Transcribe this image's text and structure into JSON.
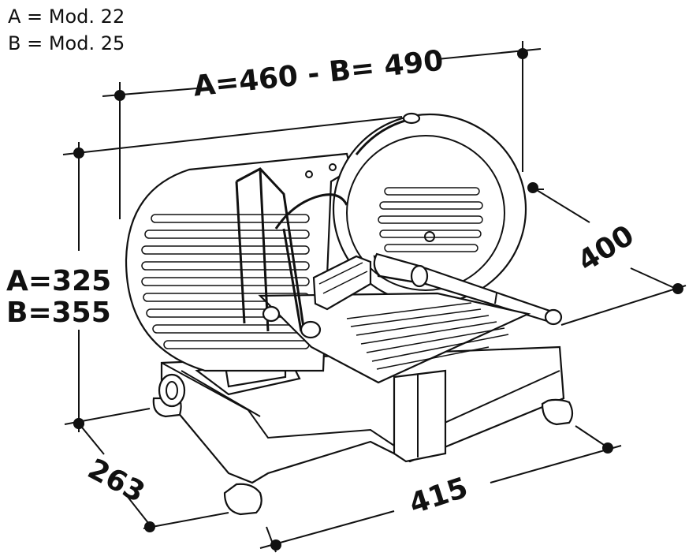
{
  "legend": {
    "line_a": "A = Mod. 22",
    "line_b": "B = Mod. 25"
  },
  "dimensions": {
    "width": "A=460 - B= 490",
    "height_a": "A=325",
    "height_b": "B=355",
    "depth": "400",
    "base_depth": "263",
    "base_width": "415"
  }
}
